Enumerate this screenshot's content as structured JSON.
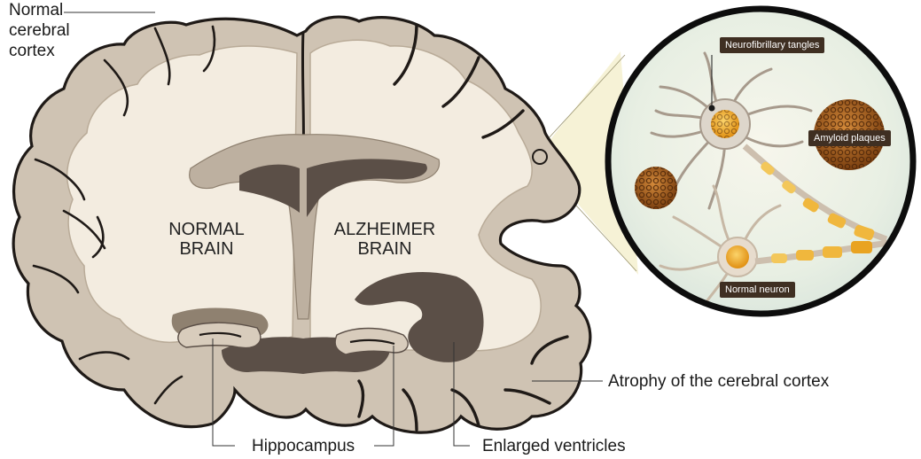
{
  "labels": {
    "normal_cortex": [
      "Normal",
      "cerebral",
      "cortex"
    ],
    "normal_brain": [
      "NORMAL",
      "BRAIN"
    ],
    "alzheimer_brain": [
      "ALZHEIMER",
      "BRAIN"
    ],
    "hippocampus": "Hippocampus",
    "enlarged_ventricles": "Enlarged ventricles",
    "atrophy": "Atrophy of the cerebral cortex",
    "neurofibrillary_tangles": "Neurofibrillary tangles",
    "amyloid_plaques": "Amyloid plaques",
    "normal_neuron": "Normal neuron"
  },
  "colors": {
    "cortex_gray": "#cfc3b3",
    "cortex_outline": "#2b2420",
    "white_matter": "#f3ece0",
    "ventricle_dark": "#5b4f47",
    "ventricle_light": "#bdb0a0",
    "inset_background": "#eef2e6",
    "neuron_orange": "#e9a321",
    "plaque_brown": "#9c5a1c",
    "label_tag": "#3f2f22"
  }
}
